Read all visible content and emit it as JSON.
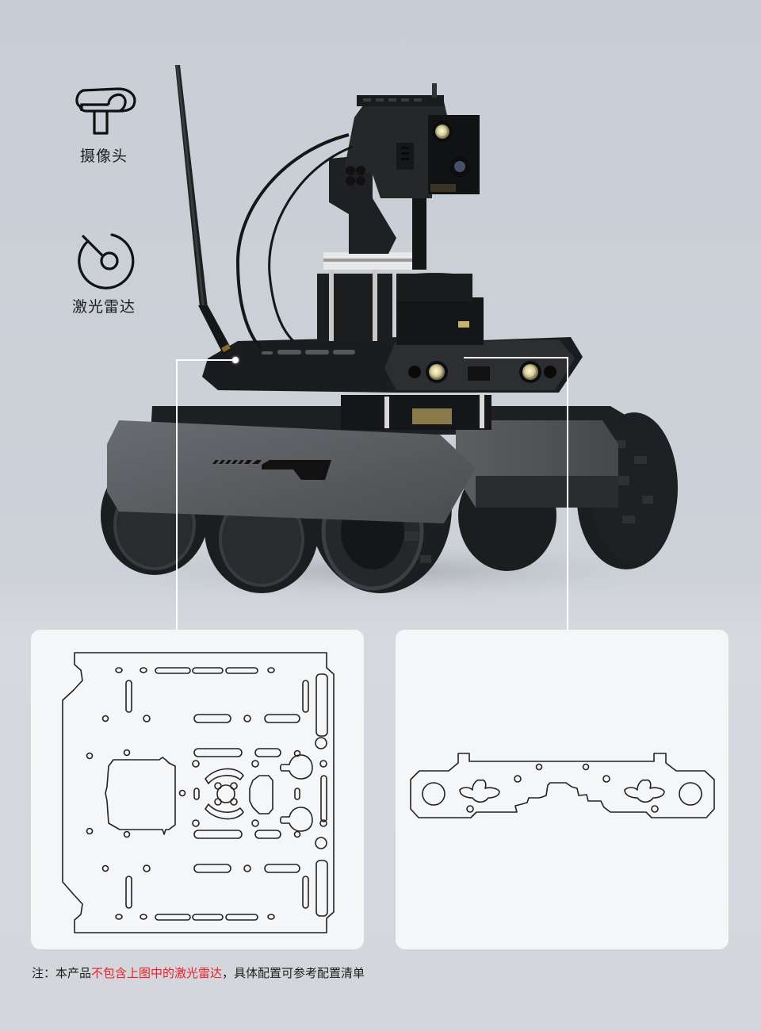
{
  "features": [
    {
      "id": "camera",
      "label": "摄像头",
      "icon": "camera-icon"
    },
    {
      "id": "lidar",
      "label": "激光雷达",
      "icon": "lidar-icon"
    }
  ],
  "product_image": {
    "subject": "six-wheel robot chassis with pan-tilt camera, antenna and lidar",
    "colors": {
      "body": "#2b2d31",
      "panel": "#5a5c60",
      "tire": "#1b1c1e",
      "background": "#c9cdd5"
    }
  },
  "cards": [
    {
      "id": "chassis-plate",
      "label": "chassis mounting plate outline",
      "background": "#f5f6f8"
    },
    {
      "id": "front-bracket",
      "label": "front bracket outline",
      "background": "#f5f6f8"
    }
  ],
  "note": {
    "prefix": "注：本产品",
    "highlight": "不包含上图中的激光雷达",
    "suffix": "，具体配置可参考配置清单",
    "highlight_color": "#e8202a"
  }
}
